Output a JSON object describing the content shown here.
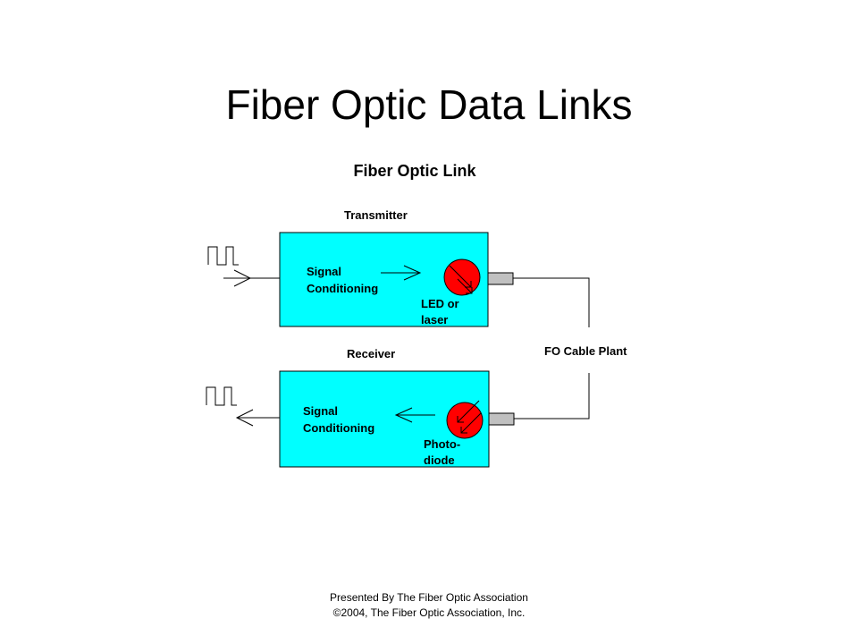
{
  "slide": {
    "title": "Fiber Optic Data Links"
  },
  "diagram": {
    "title": "Fiber Optic Link",
    "transmitter": {
      "label": "Transmitter",
      "block_line1": "Signal",
      "block_line2": "Conditioning",
      "device_line1": "LED or",
      "device_line2": "laser"
    },
    "receiver": {
      "label": "Receiver",
      "block_line1": "Signal",
      "block_line2": "Conditioning",
      "device_line1": "Photo-",
      "device_line2": "diode"
    },
    "cable_label": "FO Cable Plant",
    "colors": {
      "module_fill": "#00FFFF",
      "emitter_fill": "#FF0000",
      "connector_fill": "#C0C0C0",
      "line": "#000000"
    }
  },
  "footer": {
    "line1": "Presented By The Fiber Optic Association",
    "line2": "©2004, The Fiber Optic Association, Inc."
  }
}
